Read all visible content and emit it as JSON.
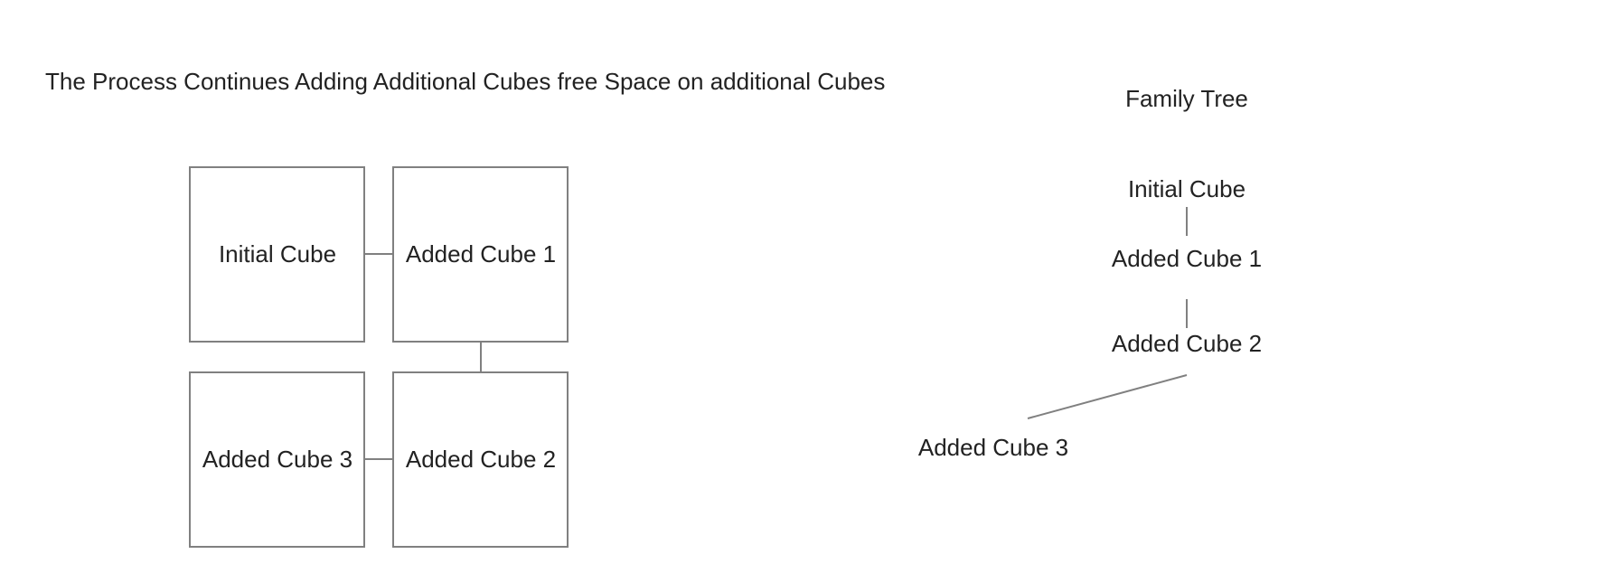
{
  "process": {
    "title": "The Process Continues Adding Additional Cubes free Space on additional Cubes",
    "cubes": {
      "initial": "Initial Cube",
      "added1": "Added Cube 1",
      "added2": "Added Cube 2",
      "added3": "Added Cube 3"
    }
  },
  "tree": {
    "title": "Family Tree",
    "nodes": {
      "initial": "Initial Cube",
      "added1": "Added Cube 1",
      "added2": "Added Cube 2",
      "added3": "Added Cube 3"
    }
  },
  "colors": {
    "stroke": "#808080",
    "text": "#222222",
    "background": "#ffffff"
  }
}
